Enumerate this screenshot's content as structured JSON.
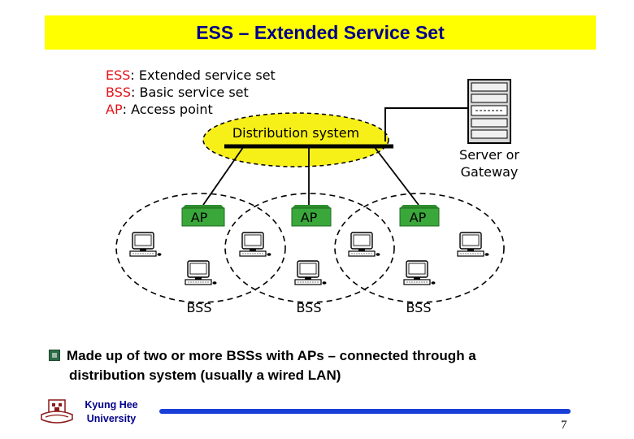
{
  "title": "ESS – Extended Service Set",
  "legend": [
    {
      "abbr": "ESS",
      "text": ": Extended service set"
    },
    {
      "abbr": "BSS",
      "text": ": Basic service set"
    },
    {
      "abbr": "AP",
      "text": ": Access point"
    }
  ],
  "distribution_label": "Distribution system",
  "server_label": [
    "Server or",
    "Gateway"
  ],
  "ap_labels": [
    "AP",
    "AP",
    "AP"
  ],
  "bss_labels": [
    "BSS",
    "BSS",
    "BSS"
  ],
  "bullet": {
    "line1": "Made up of two or more BSSs with APs – connected through a",
    "line2": "distribution system (usually a wired LAN)"
  },
  "footer": {
    "university_line1": "Kyung Hee",
    "university_line2": "University",
    "page": "7"
  },
  "colors": {
    "title_bg": "#ffff00",
    "title_text": "#00008b",
    "legend_abbr": "#e4131b",
    "ellipse_fill": "#f7ef18",
    "ap_box": "#3aa73a",
    "footer_line": "#1a3fd8"
  }
}
